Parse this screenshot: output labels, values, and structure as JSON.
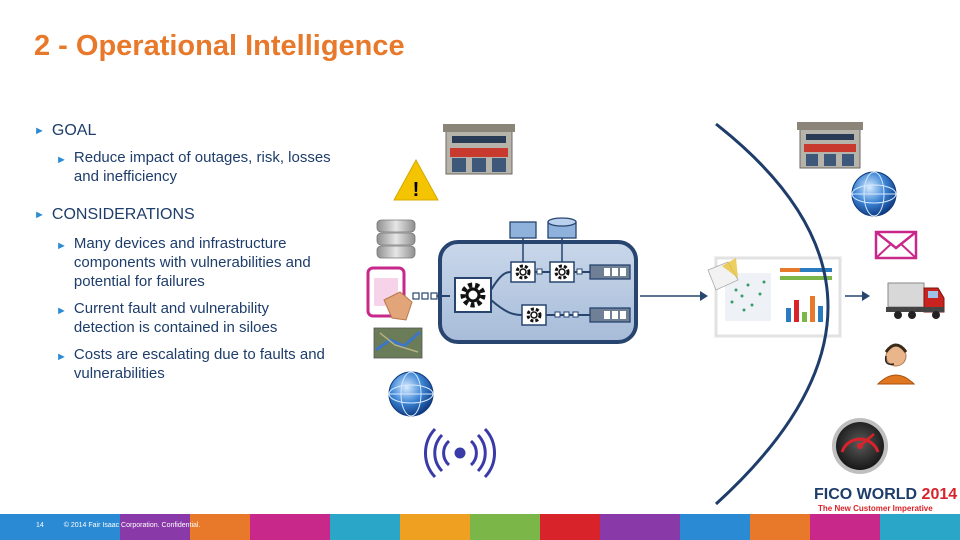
{
  "slide": {
    "title": "2 - Operational Intelligence",
    "goal": {
      "heading": "GOAL",
      "items": [
        "Reduce impact of outages, risk, losses and inefficiency"
      ]
    },
    "considerations": {
      "heading": "CONSIDERATIONS",
      "items": [
        "Many devices and infrastructure components with vulnerabilities and potential for failures",
        "Current fault and vulnerability detection is contained in siloes",
        "Costs are escalating due to faults and vulnerabilities"
      ]
    },
    "warning_symbol": "!"
  },
  "footer": {
    "page_number": "14",
    "copyright": "© 2014 Fair Isaac Corporation. Confidential.",
    "brand_main": "FICO WORLD",
    "brand_year": "2014",
    "tagline": "The New Customer Imperative"
  },
  "colors": {
    "title": "#e8782a",
    "text": "#1e3d6b",
    "bullet_arrow": "#2a8ad4",
    "arc": "#1e3d6b"
  },
  "icons": [
    "building-icon",
    "warning-icon",
    "database-icon",
    "tablet-icon",
    "map-icon",
    "globe-icon",
    "wireless-icon",
    "gear-icon",
    "dashboard-icon",
    "mail-icon",
    "truck-icon",
    "agent-icon",
    "gauge-icon"
  ]
}
